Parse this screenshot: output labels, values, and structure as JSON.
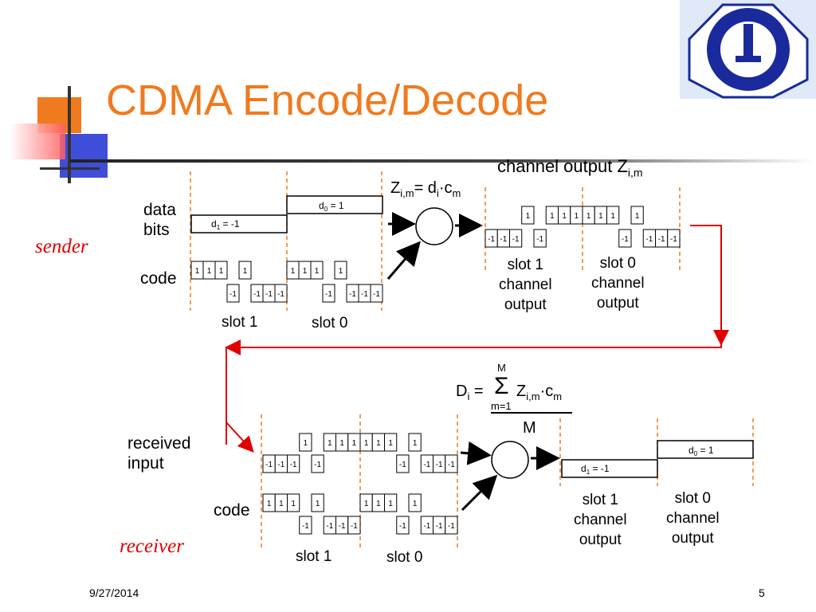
{
  "title": "CDMA Encode/Decode",
  "sender_label": "sender",
  "receiver_label": "receiver",
  "sender": {
    "data_bits_label": [
      "data",
      "bits"
    ],
    "code_label": "code",
    "d1_label": "d1 = -1",
    "d0_label": "d0 = 1",
    "slot1_label": "slot 1",
    "slot0_label": "slot 0",
    "formula": "Zi,m= di·cm",
    "channel_output_label": "channel output Zi,m",
    "slot1_output": [
      "slot 1",
      "channel",
      "output"
    ],
    "slot0_output": [
      "slot 0",
      "channel",
      "output"
    ],
    "code_chips": [
      1,
      1,
      1,
      -1,
      1,
      -1,
      -1,
      -1
    ],
    "channel_chips": [
      -1,
      -1,
      -1,
      1,
      -1,
      1,
      1,
      1,
      1,
      1,
      1,
      -1,
      1,
      -1,
      -1,
      -1
    ]
  },
  "receiver": {
    "received_label": [
      "received",
      "input"
    ],
    "code_label": "code",
    "slot1_label": "slot 1",
    "slot0_label": "slot 0",
    "formula_D": "Di =",
    "formula_sum_top": "M",
    "formula_sum_bottom": "m=1",
    "formula_terms": "Zi,m·cm",
    "formula_denominator": "M",
    "d1_label": "d1 = -1",
    "d0_label": "d0 = 1",
    "slot1_output": [
      "slot 1",
      "channel",
      "output"
    ],
    "slot0_output": [
      "slot 0",
      "channel",
      "output"
    ]
  },
  "footer": {
    "date": "9/27/2014",
    "page": "5"
  },
  "colors": {
    "title": "#f07a1e",
    "accent_red": "#e00000",
    "slide_orange": "#f07a1e",
    "slide_blue": "#2a3bd6"
  }
}
